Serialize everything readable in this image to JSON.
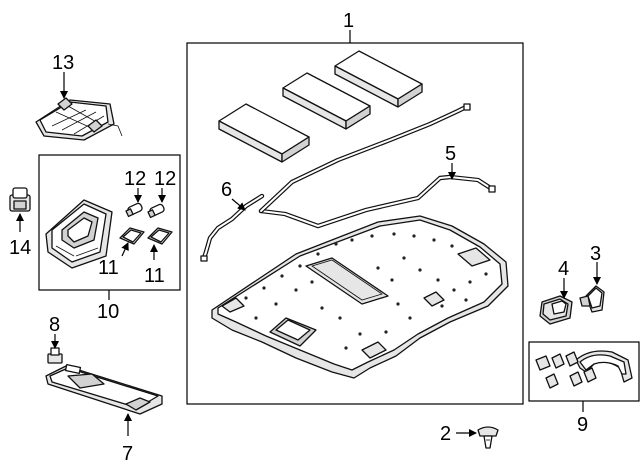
{
  "callouts": {
    "c1": "1",
    "c2": "2",
    "c3": "3",
    "c4": "4",
    "c5": "5",
    "c6": "6",
    "c7": "7",
    "c8": "8",
    "c9": "9",
    "c10": "10",
    "c11a": "11",
    "c11b": "11",
    "c12a": "12",
    "c12b": "12",
    "c13": "13",
    "c14": "14"
  }
}
